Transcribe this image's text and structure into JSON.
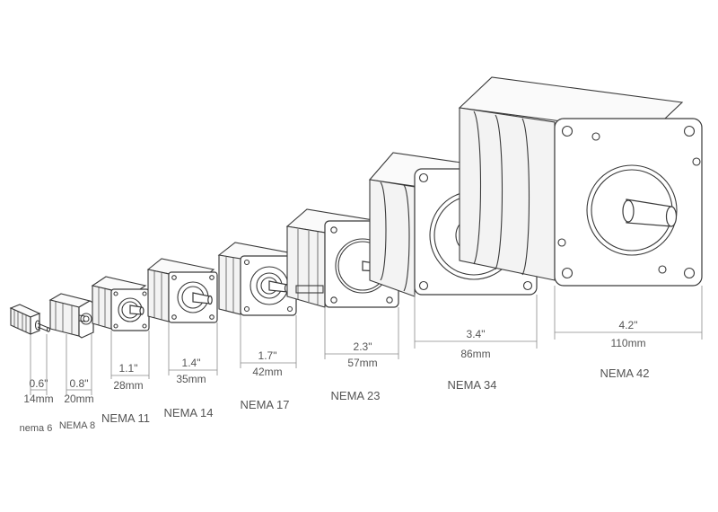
{
  "motors": [
    {
      "name": "nema 6",
      "inch": "0.6\"",
      "mm": "14mm"
    },
    {
      "name": "NEMA 8",
      "inch": "0.8\"",
      "mm": "20mm"
    },
    {
      "name": "NEMA 11",
      "inch": "1.1\"",
      "mm": "28mm"
    },
    {
      "name": "NEMA 14",
      "inch": "1.4\"",
      "mm": "35mm"
    },
    {
      "name": "NEMA 17",
      "inch": "1.7\"",
      "mm": "42mm"
    },
    {
      "name": "NEMA 23",
      "inch": "2.3\"",
      "mm": "57mm"
    },
    {
      "name": "NEMA 34",
      "inch": "3.4\"",
      "mm": "86mm"
    },
    {
      "name": "NEMA 42",
      "inch": "4.2\"",
      "mm": "110mm"
    }
  ]
}
